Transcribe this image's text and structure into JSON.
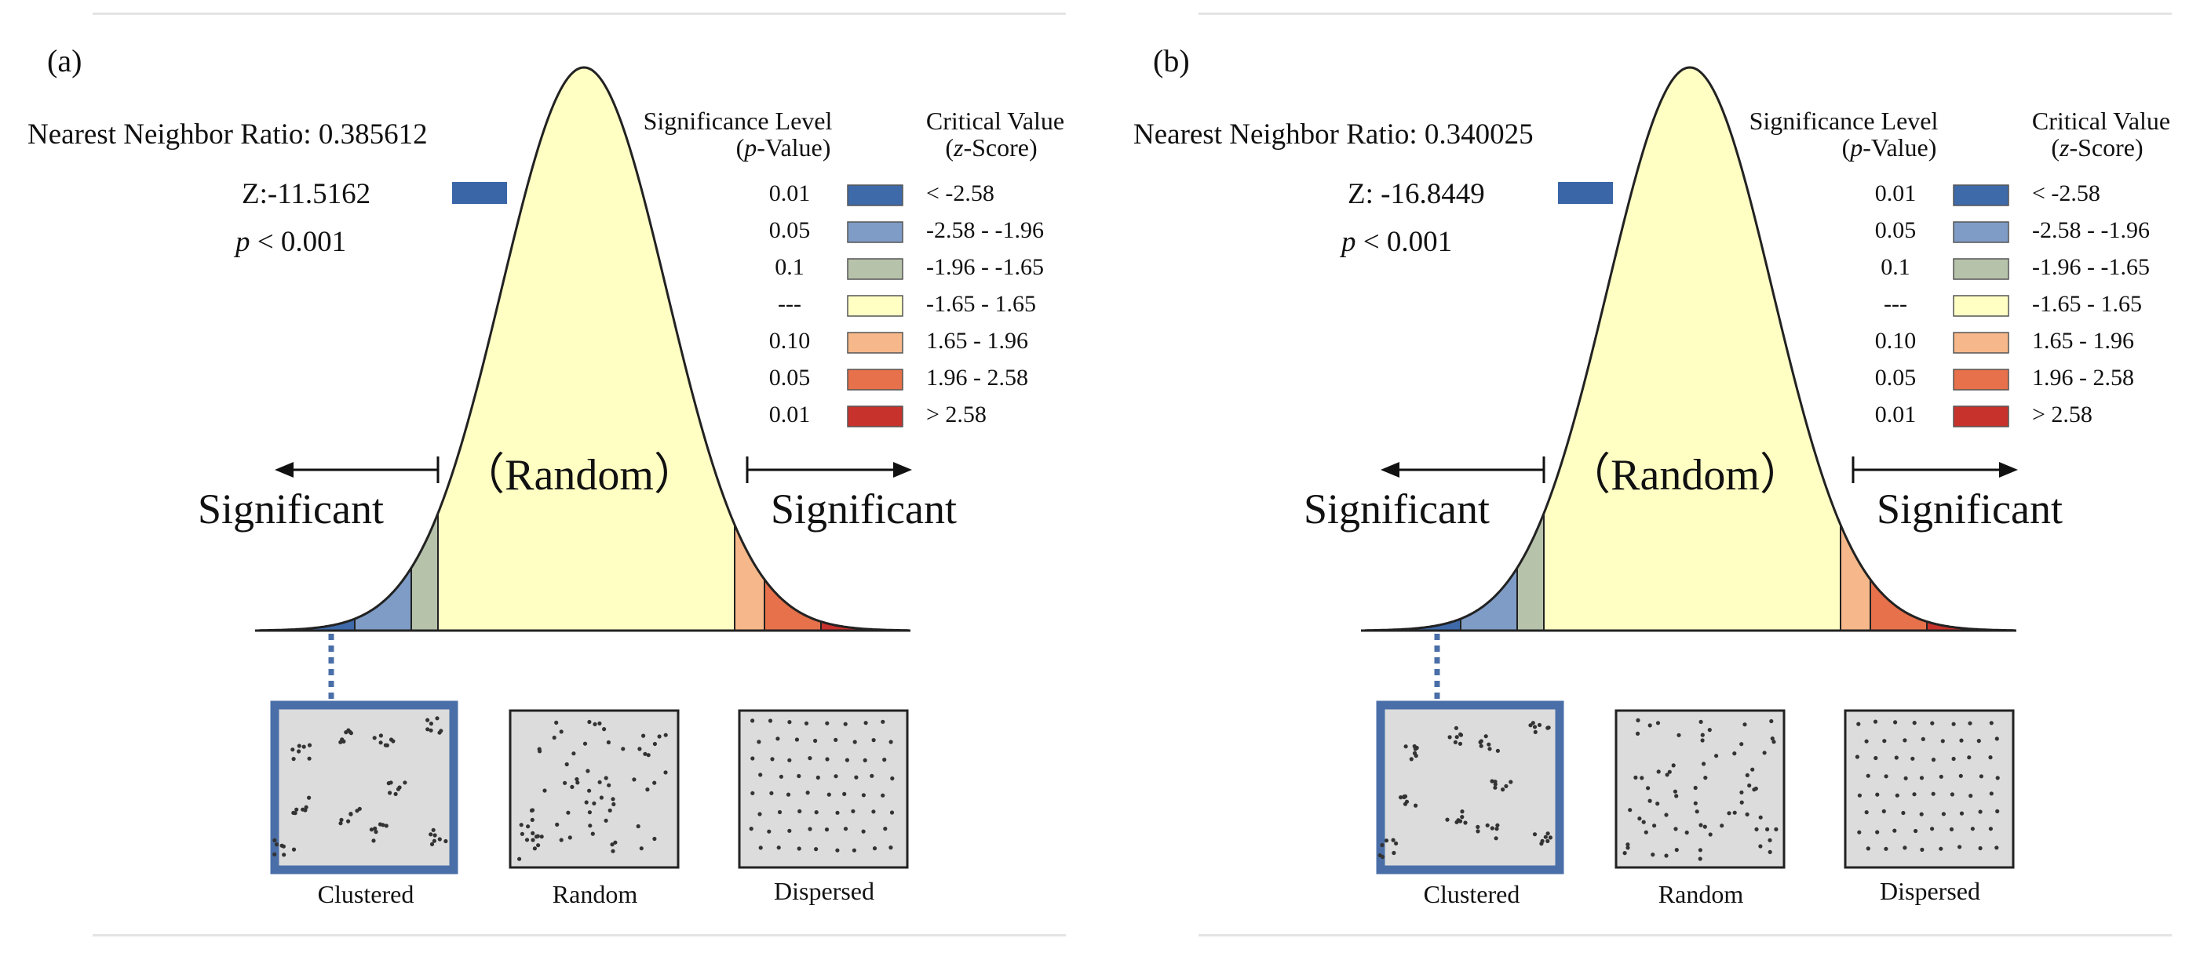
{
  "panels": [
    {
      "id": "a",
      "label": "(a)",
      "nn_ratio": "Nearest Neighbor Ratio: 0.385612",
      "z_score": "Z:-11.5162",
      "p_letter": "p",
      "p_rest": " < 0.001",
      "marker_color": "#3a66a8"
    },
    {
      "id": "b",
      "label": "(b)",
      "nn_ratio": "Nearest Neighbor Ratio: 0.340025",
      "z_score": "Z: -16.8449",
      "p_letter": "p",
      "p_rest": " < 0.001",
      "marker_color": "#3a66a8"
    }
  ],
  "legend": {
    "sig_header_1": "Significance Level",
    "sig_header_2_letter": "p",
    "sig_header_2_rest": "-Value)",
    "sig_header_2_open": "(",
    "crit_header_1": "Critical Value",
    "crit_header_2_open": "(",
    "crit_header_2_letter": "z",
    "crit_header_2_rest": "-Score)",
    "rows": [
      {
        "p": "0.01",
        "z": "< -2.58",
        "color": "#3e6aaa"
      },
      {
        "p": "0.05",
        "z": "-2.58 - -1.96",
        "color": "#7e9cc6"
      },
      {
        "p": "0.1",
        "z": "-1.96 - -1.65",
        "color": "#b7c2ab"
      },
      {
        "p": "---",
        "z": "-1.65 - 1.65",
        "color": "#ffffc4"
      },
      {
        "p": "0.10",
        "z": "1.65 - 1.96",
        "color": "#f6b88a"
      },
      {
        "p": "0.05",
        "z": "1.96 - 2.58",
        "color": "#e6714a"
      },
      {
        "p": "0.01",
        "z": "> 2.58",
        "color": "#c8322c"
      }
    ]
  },
  "curve": {
    "random_label": "（Random）",
    "left_label": "Significant",
    "right_label": "Significant"
  },
  "patterns": {
    "clustered": "Clustered",
    "random": "Random",
    "dispersed": "Dispersed",
    "highlight_color": "#4a6fa8"
  }
}
